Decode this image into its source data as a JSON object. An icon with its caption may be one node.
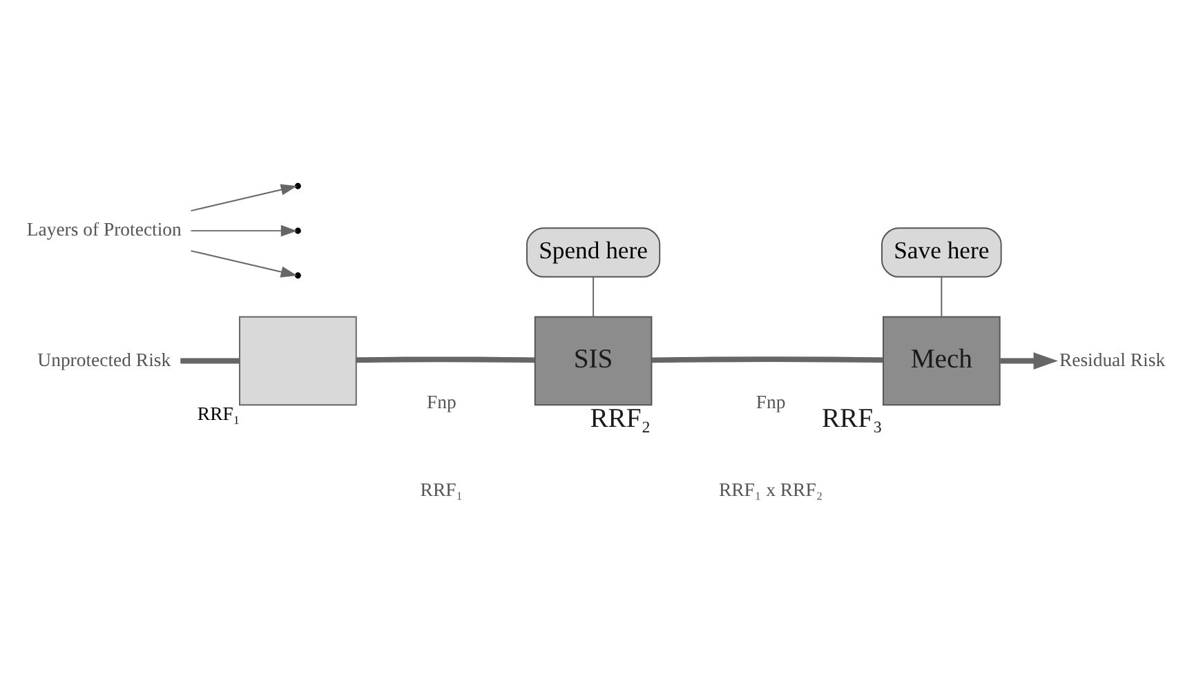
{
  "diagram": {
    "nodes": [
      {
        "text": [
          "Unprotected Risk"
        ]
      },
      {
        "text": [],
        "shape": "box",
        "beside": [
          "RRF₁"
        ]
      },
      {
        "text": [
          "SIS"
        ],
        "beside": [
          "RRF₂"
        ]
      },
      {
        "text": [
          "Mech"
        ],
        "beside": [
          "RRF₃"
        ]
      },
      {
        "text": [
          "Residual Risk"
        ]
      },
      {
        "text": [
          "Spend here"
        ]
      },
      {
        "text": [
          "Save here"
        ]
      },
      {
        "text": [
          "Layers of Protection"
        ]
      }
    ],
    "edges": [
      {
        "from": 0,
        "to": 1,
        "arrow": "none",
        "style": "thick"
      },
      {
        "from": 1,
        "to": 2,
        "arrow": "none",
        "style": "thick"
      },
      {
        "from": 2,
        "to": 3,
        "arrow": "none",
        "style": "thick"
      },
      {
        "from": 3,
        "to": 4,
        "arrow": "to",
        "style": "thick"
      },
      {
        "from": 5,
        "to": 2,
        "arrow": "none"
      },
      {
        "from": 6,
        "to": 3,
        "arrow": "none"
      },
      {
        "from": 7,
        "to": null,
        "arrow": "to"
      },
      {
        "from": 7,
        "to": null,
        "arrow": "to"
      },
      {
        "from": 7,
        "to": null,
        "arrow": "to"
      }
    ],
    "labels": [
      "Fnp",
      "RRF₁",
      "Fnp",
      "RRF₁ x RRF₂"
    ]
  }
}
